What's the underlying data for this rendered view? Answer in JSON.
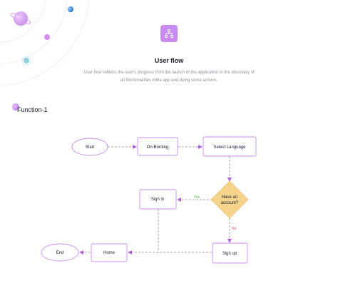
{
  "header": {
    "icon": "flow-chart-icon",
    "title": "User flow",
    "description": "User flow reflects the user's progress from the launch of the application to the discovery of all fiinctionalities inthe app and doing some actions."
  },
  "section": {
    "title": "Function-1"
  },
  "flow": {
    "nodes": {
      "start": "Start",
      "onboarding": "On-Bording",
      "select_language": "Select Language",
      "sign_in": "Sign in",
      "decision_line1": "Have an",
      "decision_line2": "account?",
      "sign_up": "Sign up",
      "home": "Home",
      "end": "End"
    },
    "edge_labels": {
      "yes": "Yes",
      "no": "No"
    }
  },
  "colors": {
    "accent": "#c98cf4",
    "node_border": "#c98cf4",
    "arrow": "#b060e0",
    "decision_fill": "#f7d48c",
    "yes": "#4cc24c",
    "no": "#e44d4d"
  }
}
